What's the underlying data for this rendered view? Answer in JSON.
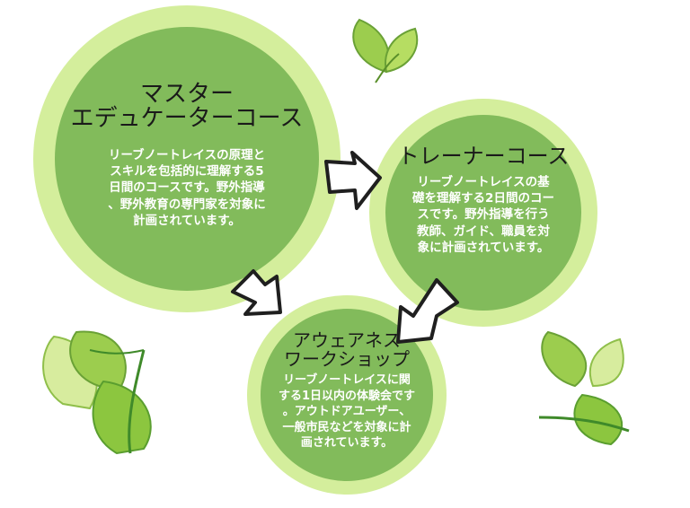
{
  "master": {
    "title_line1": "マスター",
    "title_line2": "エデュケーターコース",
    "desc_lines": [
      "リーブノートレイスの原理と",
      "スキルを包括的に理解する5",
      "日間のコースです。野外指導",
      "、野外教育の専門家を対象に",
      "計画されています。"
    ]
  },
  "trainer": {
    "title": "トレーナーコース",
    "desc_lines": [
      "リーブノートレイスの基",
      "礎を理解する2日間のコー",
      "スです。野外指導を行う",
      "教師、ガイド、職員を対",
      "象に計画されています。"
    ]
  },
  "workshop": {
    "title_line1": "アウェアネス",
    "title_line2": "ワークショップ",
    "desc_lines": [
      "リーブノートレイスに関",
      "する1日以内の体験会です",
      "。アウトドアユーザー、",
      "一般市民などを対象に計",
      "画されています。"
    ]
  },
  "colors": {
    "outer_ring": "#d4ee9c",
    "inner_fill": "#82bb5b",
    "leaf_light": "#c8e58c",
    "leaf_mid": "#8cc63f",
    "leaf_dark": "#5a9e2f"
  },
  "icons": [
    "leaf-icon",
    "arrow-icon"
  ]
}
